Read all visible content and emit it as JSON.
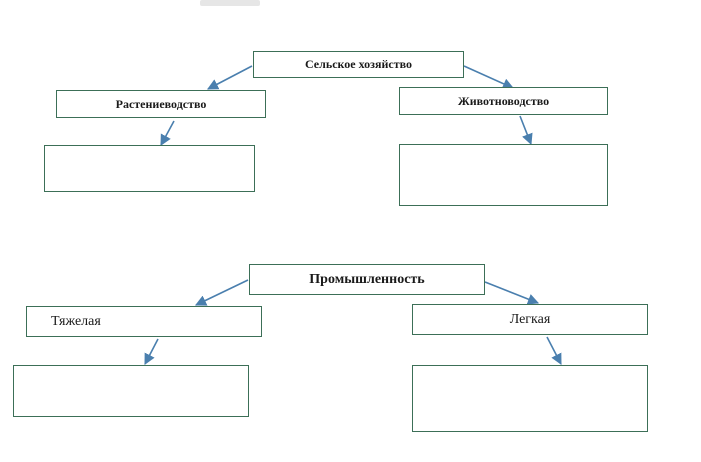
{
  "diagram": {
    "agriculture": {
      "root": "Сельское хозяйство",
      "branches": [
        "Растениеводство",
        "Животноводство"
      ]
    },
    "industry": {
      "root": "Промышленность",
      "branches": [
        "Тяжелая",
        "Легкая"
      ]
    },
    "colors": {
      "border": "#3c6f57",
      "arrow": "#4a7fae",
      "text": "#1a1a1a"
    }
  }
}
